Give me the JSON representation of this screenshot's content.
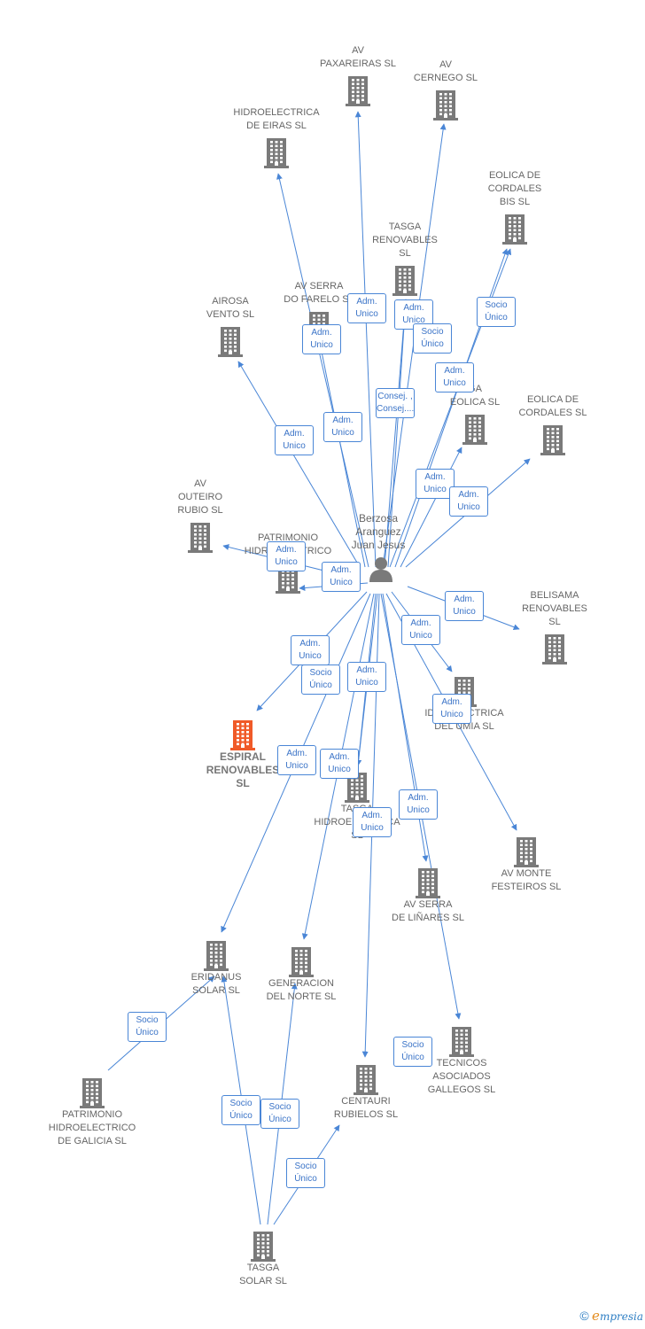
{
  "colors": {
    "edge": "#4a86d6",
    "building": "#7a7a7a",
    "highlight": "#f05a28",
    "person": "#7a7a7a"
  },
  "person": {
    "id": "p",
    "label": "Berzosa\nAranguez\nJuan Jesus"
  },
  "companies": [
    {
      "id": "c1",
      "label": "AV\nPAXAREIRAS SL"
    },
    {
      "id": "c2",
      "label": "AV\nCERNEGO SL"
    },
    {
      "id": "c3",
      "label": "HIDROELECTRICA\nDE EIRAS SL"
    },
    {
      "id": "c4",
      "label": "EOLICA DE\nCORDALES\nBIS SL"
    },
    {
      "id": "c5",
      "label": "TASGA\nRENOVABLES\nSL"
    },
    {
      "id": "c6",
      "label": "AIROSA\nVENTO SL"
    },
    {
      "id": "c7",
      "label": "AV SERRA\nDO FARELO SL"
    },
    {
      "id": "c8",
      "label": "GA\nEOLICA SL"
    },
    {
      "id": "c9",
      "label": "EOLICA DE\nCORDALES SL"
    },
    {
      "id": "c10",
      "label": "AV\nOUTEIRO\nRUBIO SL"
    },
    {
      "id": "c11",
      "label": "PATRIMONIO\nHIDROELECTRICO"
    },
    {
      "id": "c12",
      "label": "BELISAMA\nRENOVABLES\nSL"
    },
    {
      "id": "c13",
      "label": "ESPIRAL\nRENOVABLES\nSL",
      "highlight": true
    },
    {
      "id": "c14",
      "label": "IDROELECTRICA\nDEL UMIA SL"
    },
    {
      "id": "c15",
      "label": "TASGA\nHIDROELECTRICA\nSL"
    },
    {
      "id": "c16",
      "label": "AV MONTE\nFESTEIROS SL"
    },
    {
      "id": "c17",
      "label": "AV SERRA\nDE LIÑARES SL"
    },
    {
      "id": "c18",
      "label": "ERIDANUS\nSOLAR SL"
    },
    {
      "id": "c19",
      "label": "GENERACION\nDEL NORTE SL"
    },
    {
      "id": "c20",
      "label": "TECNICOS\nASOCIADOS\nGALLEGOS SL"
    },
    {
      "id": "c21",
      "label": "PATRIMONIO\nHIDROELECTRICO\nDE GALICIA SL"
    },
    {
      "id": "c22",
      "label": "CENTAURI\nRUBIELOS SL"
    },
    {
      "id": "c23",
      "label": "TASGA\nSOLAR SL"
    }
  ],
  "edges": [
    {
      "from": "p",
      "to": "c1",
      "label": "Adm.\nUnico"
    },
    {
      "from": "p",
      "to": "c2",
      "label": "Adm.\nUnico"
    },
    {
      "from": "p",
      "to": "c3",
      "label": "Adm.\nUnico"
    },
    {
      "from": "p",
      "to": "c4",
      "label": "Socio\nÚnico"
    },
    {
      "from": "p",
      "to": "c4",
      "label": "Adm.\nUnico"
    },
    {
      "from": "p",
      "to": "c5",
      "label": "Socio\nÚnico"
    },
    {
      "from": "p",
      "to": "c5",
      "label": "Consej. ,\nConsej...."
    },
    {
      "from": "p",
      "to": "c6",
      "label": "Adm.\nUnico"
    },
    {
      "from": "p",
      "to": "c7",
      "label": "Adm.\nUnico"
    },
    {
      "from": "p",
      "to": "c8",
      "label": "Adm.\nUnico"
    },
    {
      "from": "p",
      "to": "c9",
      "label": "Adm.\nUnico"
    },
    {
      "from": "p",
      "to": "c10",
      "label": "Adm.\nUnico"
    },
    {
      "from": "p",
      "to": "c11",
      "label": "Adm.\nUnico"
    },
    {
      "from": "p",
      "to": "c12",
      "label": "Adm.\nUnico"
    },
    {
      "from": "p",
      "to": "c13",
      "label": "Adm.\nUnico"
    },
    {
      "from": "p",
      "to": "c14",
      "label": "Adm.\nUnico"
    },
    {
      "from": "p",
      "to": "c15",
      "label": "Socio\nÚnico"
    },
    {
      "from": "p",
      "to": "c15",
      "label": "Adm.\nUnico"
    },
    {
      "from": "p",
      "to": "c16",
      "label": "Adm.\nUnico"
    },
    {
      "from": "p",
      "to": "c17",
      "label": "Adm.\nUnico"
    },
    {
      "from": "p",
      "to": "c18",
      "label": "Adm.\nUnico"
    },
    {
      "from": "p",
      "to": "c19",
      "label": "Adm.\nUnico"
    },
    {
      "from": "p",
      "to": "c20",
      "label": "Socio\nÚnico"
    },
    {
      "from": "p",
      "to": "c22",
      "label": "Adm.\nUnico"
    },
    {
      "from": "c21",
      "to": "c18",
      "label": "Socio\nÚnico"
    },
    {
      "from": "c23",
      "to": "c18",
      "label": "Socio\nÚnico"
    },
    {
      "from": "c23",
      "to": "c19",
      "label": "Socio\nÚnico"
    },
    {
      "from": "c23",
      "to": "c22",
      "label": "Socio\nÚnico"
    }
  ],
  "footer": {
    "copyright": "©",
    "brand_e": "e",
    "brand_rest": "mpresia"
  }
}
